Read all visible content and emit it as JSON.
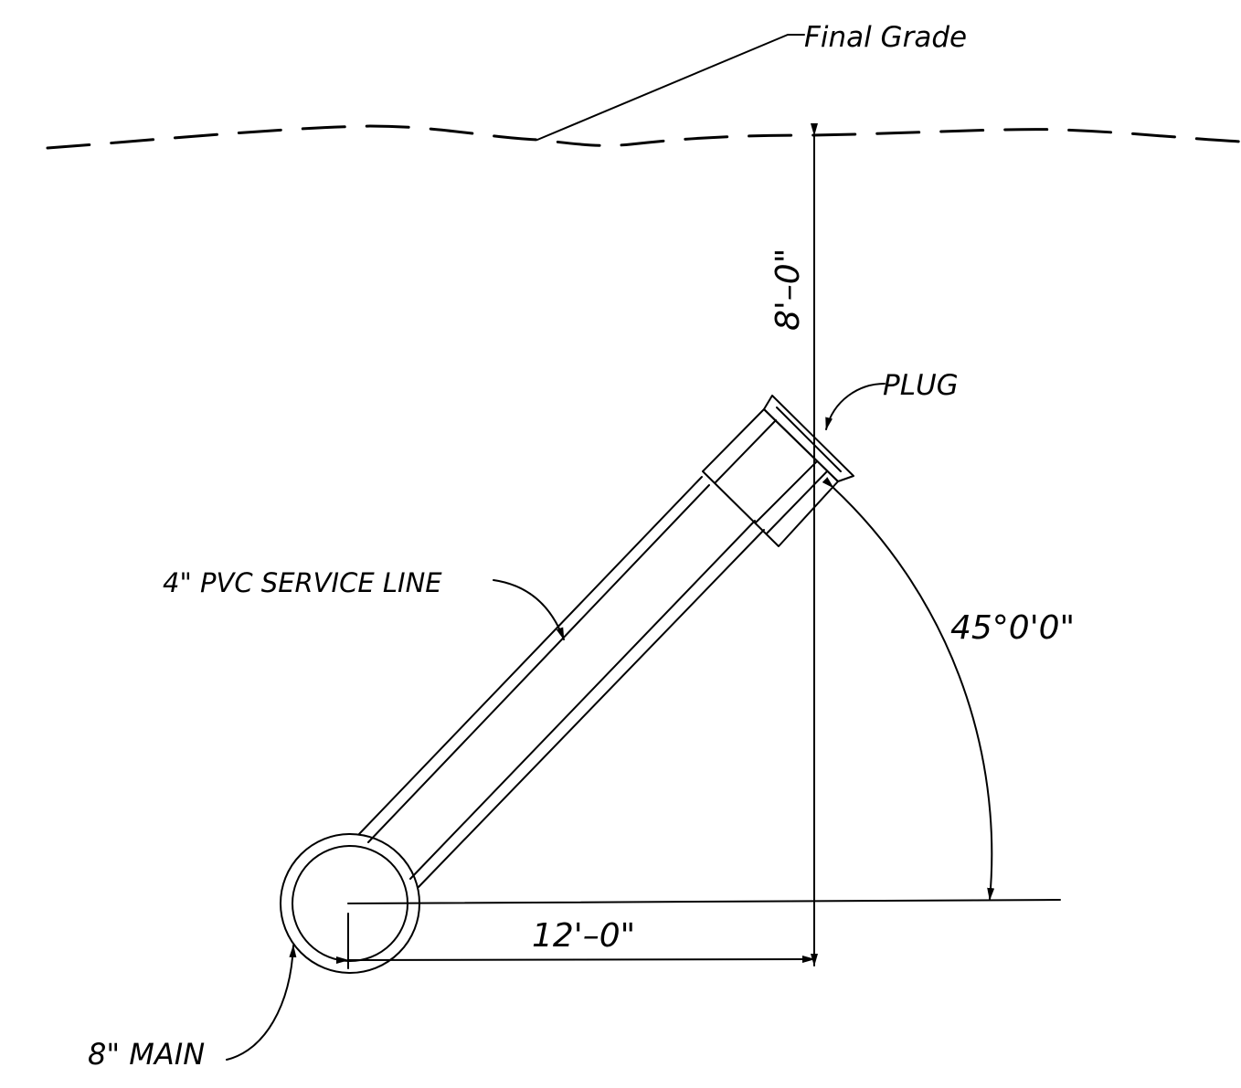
{
  "drawing": {
    "line_color": "#000000",
    "background": "#ffffff",
    "labels": {
      "final_grade": "Final Grade",
      "depth_dimension": "8'–0\"",
      "plug": "PLUG",
      "service_line": "4\" PVC SERVICE LINE",
      "angle": "45°0'0\"",
      "horizontal_dimension": "12'–0\"",
      "main": "8\" MAIN"
    }
  }
}
